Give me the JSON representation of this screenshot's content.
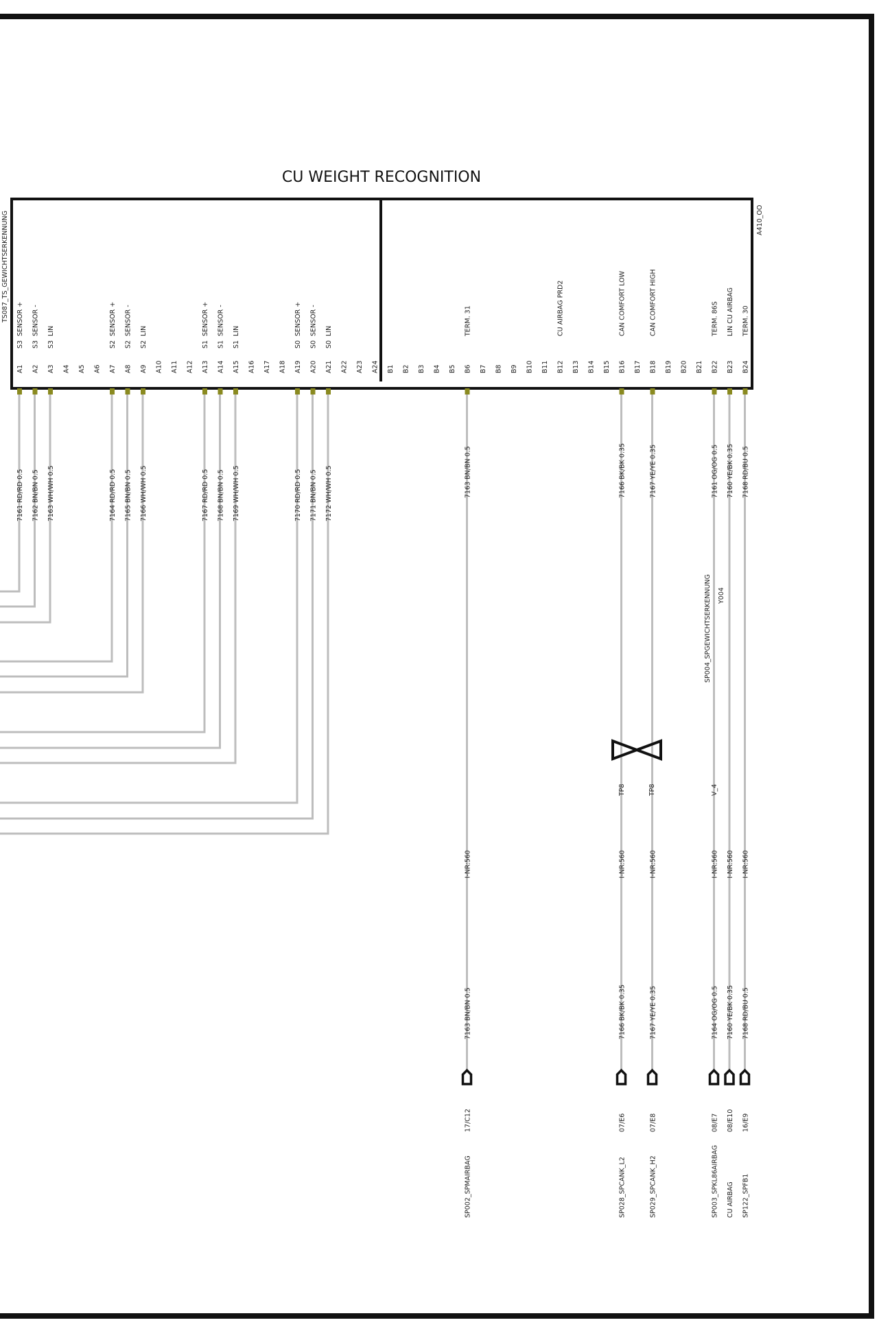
{
  "title": "CU WEIGHT RECOGNITION",
  "component_id": "A410_OO",
  "top_left_label": "TS087_TS_GEWICHTSERKENNUNG",
  "splice_label": "SP004_SPGEWICHTSERKENNUNG",
  "splice_code": "Y004",
  "twist_labels": [
    "TP8",
    "TP8"
  ],
  "via_label": "V_4",
  "line_ref": "I-NR:560",
  "pins": [
    {
      "pin": "A1",
      "ch": "S3",
      "sig": "SENSOR +",
      "wire": "7161 RD/RD 0.5"
    },
    {
      "pin": "A2",
      "ch": "S3",
      "sig": "SENSOR -",
      "wire": "7162 BN/BN 0.5"
    },
    {
      "pin": "A3",
      "ch": "S3",
      "sig": "LIN",
      "wire": "7163 WH/WH 0.5"
    },
    {
      "pin": "A4",
      "ch": "",
      "sig": "",
      "wire": ""
    },
    {
      "pin": "A5",
      "ch": "",
      "sig": "",
      "wire": ""
    },
    {
      "pin": "A6",
      "ch": "",
      "sig": "",
      "wire": ""
    },
    {
      "pin": "A7",
      "ch": "S2",
      "sig": "SENSOR +",
      "wire": "7164 RD/RD 0.5"
    },
    {
      "pin": "A8",
      "ch": "S2",
      "sig": "SENSOR -",
      "wire": "7165 BN/BN 0.5"
    },
    {
      "pin": "A9",
      "ch": "S2",
      "sig": "LIN",
      "wire": "7166 WH/WH 0.5"
    },
    {
      "pin": "A10",
      "ch": "",
      "sig": "",
      "wire": ""
    },
    {
      "pin": "A11",
      "ch": "",
      "sig": "",
      "wire": ""
    },
    {
      "pin": "A12",
      "ch": "",
      "sig": "",
      "wire": ""
    },
    {
      "pin": "A13",
      "ch": "S1",
      "sig": "SENSOR +",
      "wire": "7167 RD/RD 0.5"
    },
    {
      "pin": "A14",
      "ch": "S1",
      "sig": "SENSOR -",
      "wire": "7168 BN/BN 0.5"
    },
    {
      "pin": "A15",
      "ch": "S1",
      "sig": "LIN",
      "wire": "7169 WH/WH 0.5"
    },
    {
      "pin": "A16",
      "ch": "",
      "sig": "",
      "wire": ""
    },
    {
      "pin": "A17",
      "ch": "",
      "sig": "",
      "wire": ""
    },
    {
      "pin": "A18",
      "ch": "",
      "sig": "",
      "wire": ""
    },
    {
      "pin": "A19",
      "ch": "S0",
      "sig": "SENSOR +",
      "wire": "7170 RD/RD 0.5"
    },
    {
      "pin": "A20",
      "ch": "S0",
      "sig": "SENSOR -",
      "wire": "7171 BN/BN 0.5"
    },
    {
      "pin": "A21",
      "ch": "S0",
      "sig": "LIN",
      "wire": "7172 WH/WH 0.5"
    },
    {
      "pin": "A22",
      "ch": "",
      "sig": "",
      "wire": ""
    },
    {
      "pin": "A23",
      "ch": "",
      "sig": "",
      "wire": ""
    },
    {
      "pin": "A24",
      "ch": "",
      "sig": "",
      "wire": ""
    },
    {
      "pin": "B1",
      "ch": "",
      "sig": "",
      "wire": ""
    },
    {
      "pin": "B2",
      "ch": "",
      "sig": "",
      "wire": ""
    },
    {
      "pin": "B3",
      "ch": "",
      "sig": "",
      "wire": ""
    },
    {
      "pin": "B4",
      "ch": "",
      "sig": "",
      "wire": ""
    },
    {
      "pin": "B5",
      "ch": "",
      "sig": "",
      "wire": ""
    },
    {
      "pin": "B6",
      "ch": "",
      "sig": "TERM. 31",
      "wire": "7163 BN/BN 0.5"
    },
    {
      "pin": "B7",
      "ch": "",
      "sig": "",
      "wire": ""
    },
    {
      "pin": "B8",
      "ch": "",
      "sig": "",
      "wire": ""
    },
    {
      "pin": "B9",
      "ch": "",
      "sig": "",
      "wire": ""
    },
    {
      "pin": "B10",
      "ch": "",
      "sig": "",
      "wire": ""
    },
    {
      "pin": "B11",
      "ch": "",
      "sig": "",
      "wire": ""
    },
    {
      "pin": "B12",
      "ch": "",
      "sig": "CU AIRBAG  PRD2",
      "wire": ""
    },
    {
      "pin": "B13",
      "ch": "",
      "sig": "",
      "wire": ""
    },
    {
      "pin": "B14",
      "ch": "",
      "sig": "",
      "wire": ""
    },
    {
      "pin": "B15",
      "ch": "",
      "sig": "",
      "wire": ""
    },
    {
      "pin": "B16",
      "ch": "",
      "sig": "CAN COMFORT LOW",
      "wire": "7166 BK/BK 0.35"
    },
    {
      "pin": "B17",
      "ch": "",
      "sig": "",
      "wire": ""
    },
    {
      "pin": "B18",
      "ch": "",
      "sig": "CAN COMFORT HIGH",
      "wire": "7167 YE/YE 0.35"
    },
    {
      "pin": "B19",
      "ch": "",
      "sig": "",
      "wire": ""
    },
    {
      "pin": "B20",
      "ch": "",
      "sig": "",
      "wire": ""
    },
    {
      "pin": "B21",
      "ch": "",
      "sig": "",
      "wire": ""
    },
    {
      "pin": "B22",
      "ch": "",
      "sig": "TERM. 86S",
      "wire": "7161 OG/OG 0.5"
    },
    {
      "pin": "B23",
      "ch": "",
      "sig": "LIN  CU AIRBAG",
      "wire": "7160 YE/BK 0.35"
    },
    {
      "pin": "B24",
      "ch": "",
      "sig": "TERM. 30",
      "wire": "7168 RD/BU 0.5"
    }
  ],
  "connectors": [
    {
      "pin": "B6",
      "wire": "7163 BN/BN 0.5",
      "ref": "17/C12",
      "name": "SP002_SPMAIRBAG"
    },
    {
      "pin": "B16",
      "wire": "7166 BK/BK 0.35",
      "ref": "07/E6",
      "name": "SP028_SPCANK_L2"
    },
    {
      "pin": "B18",
      "wire": "7167 YE/YE 0.35",
      "ref": "07/E8",
      "name": "SP029_SPCANK_H2"
    },
    {
      "pin": "B22",
      "wire": "7164 OG/OG 0.5",
      "ref": "08/E7",
      "name": "SP003_SPKL86AIRBAG"
    },
    {
      "pin": "B23",
      "wire": "7160 YE/BK 0.35",
      "ref": "08/E10",
      "name": "CU AIRBAG"
    },
    {
      "pin": "B24",
      "wire": "7168 RD/BU 0.5",
      "ref": "16/E9",
      "name": "SP122_SPFB1"
    }
  ]
}
